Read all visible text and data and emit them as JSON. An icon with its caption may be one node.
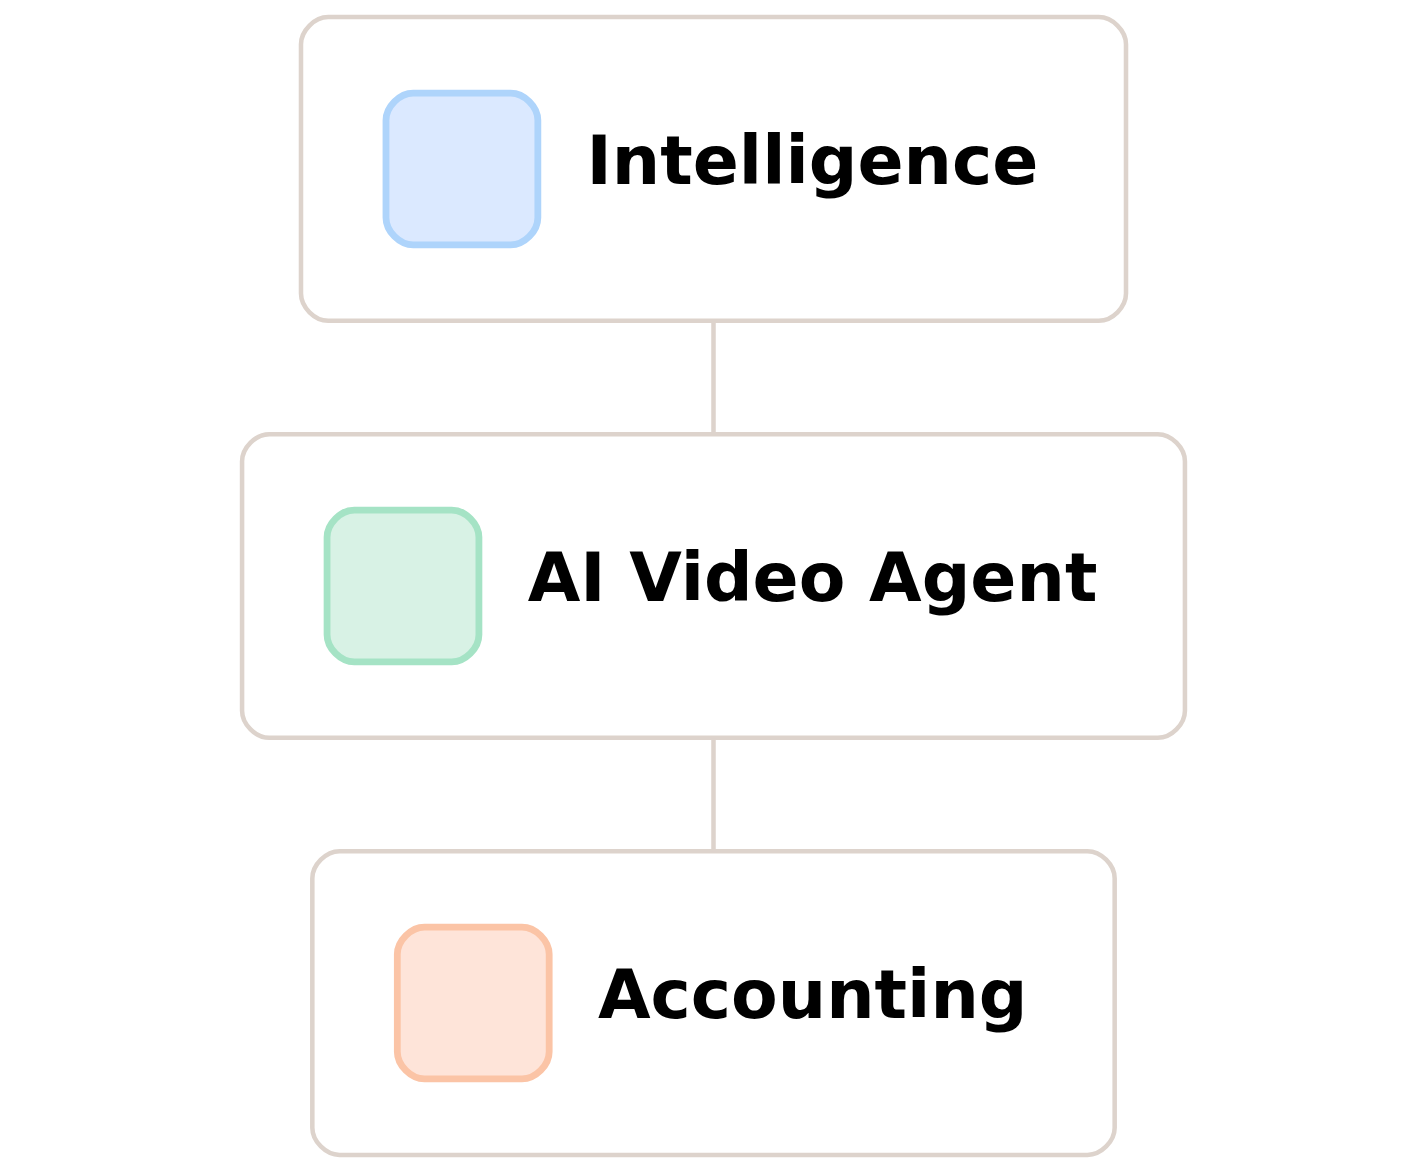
{
  "diagram": {
    "nodes": [
      {
        "text": [
          "Intelligence"
        ]
      },
      {
        "text": [
          "AI Video Agent"
        ]
      },
      {
        "text": [
          "Accounting"
        ]
      }
    ],
    "edges": [
      {
        "from": 0,
        "to": 1,
        "arrow": "none"
      },
      {
        "from": 1,
        "to": 2,
        "arrow": "none"
      }
    ]
  }
}
